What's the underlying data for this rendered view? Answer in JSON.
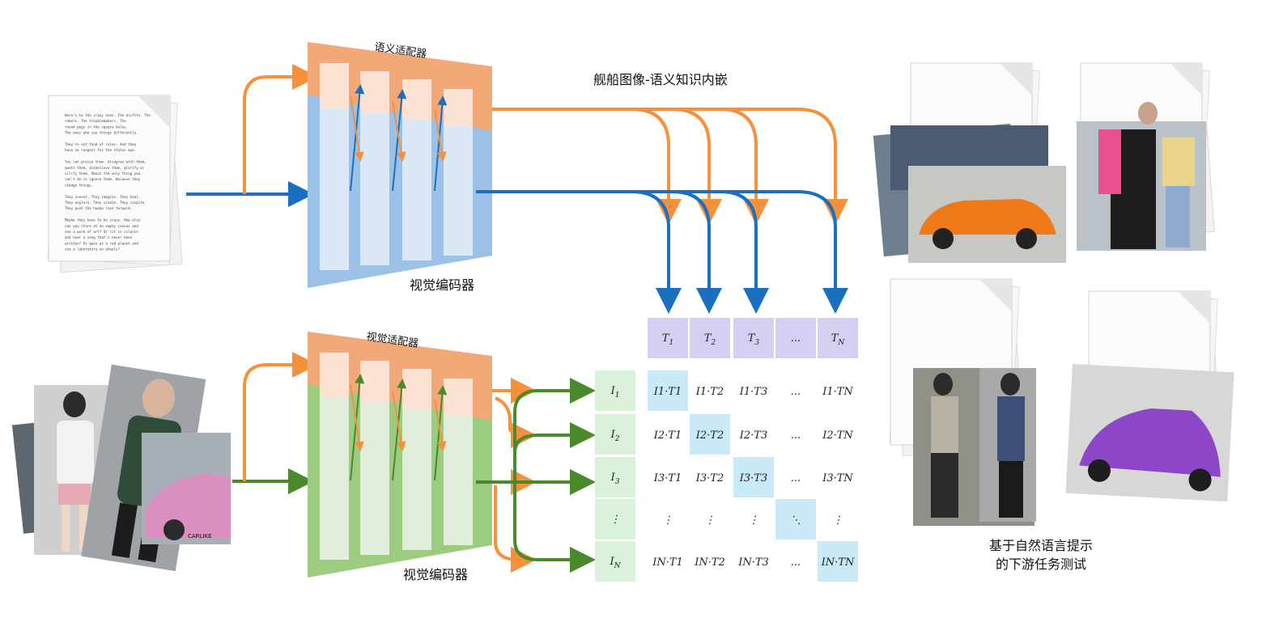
{
  "labels": {
    "semantic_adapter": "语义适配器",
    "visual_adapter": "视觉适配器",
    "visual_encoder_top": "视觉编码器",
    "visual_encoder_bottom": "视觉编码器",
    "embedding_title": "舰船图像-语义知识内嵌",
    "downstream_line1": "基于自然语言提示",
    "downstream_line2": "的下游任务测试"
  },
  "document_text": [
    "Here's to the crazy ones. The misfits. The",
    "rebels. The troublemakers. The",
    "round pegs in the square holes.",
    "The ones who see things differently.",
    "",
    "They're not fond of rules. And they",
    "have no respect for the status quo.",
    "",
    "You can praise them, disagree with them,",
    "quote them, disbelieve them, glorify or",
    "vilify them. About the only thing you",
    "can't do is ignore them. Because they",
    "change things.",
    "",
    "They invent. They imagine. They heal.",
    "They explore. They create. They inspire.",
    "They push the human race forward.",
    "",
    "Maybe they have to be crazy. How else",
    "can you stare at an empty canvas and",
    "see a work of art? Or sit in silence",
    "and hear a song that's never been",
    "written? Or gaze at a red planet and",
    "see a laboratory on wheels?"
  ],
  "text_tokens": [
    {
      "main": "T",
      "sub": "1"
    },
    {
      "main": "T",
      "sub": "2"
    },
    {
      "main": "T",
      "sub": "3"
    },
    {
      "main": "...",
      "sub": ""
    },
    {
      "main": "T",
      "sub": "N"
    }
  ],
  "image_tokens": [
    {
      "main": "I",
      "sub": "1"
    },
    {
      "main": "I",
      "sub": "2"
    },
    {
      "main": "I",
      "sub": "3"
    },
    {
      "main": "⋮",
      "sub": ""
    },
    {
      "main": "I",
      "sub": "N"
    }
  ],
  "matrix": [
    [
      "I1·T1",
      "I1·T2",
      "I1·T3",
      "...",
      "I1·TN"
    ],
    [
      "I2·T1",
      "I2·T2",
      "I2·T3",
      "...",
      "I2·TN"
    ],
    [
      "I3·T1",
      "I3·T2",
      "I3·T3",
      "...",
      "I3·TN"
    ],
    [
      "⋮",
      "⋮",
      "⋮",
      "⋱",
      "⋮"
    ],
    [
      "IN·T1",
      "IN·T2",
      "IN·T3",
      "...",
      "IN·TN"
    ]
  ],
  "colors": {
    "orange": "#f5913b",
    "blue": "#1a6fc0",
    "green": "#4a8a2c",
    "text_token_bg": "#d5d0f2",
    "image_token_bg": "#daf1da",
    "diag_bg": "#c9e9f7",
    "adapter_bg": "#f3a877",
    "encoder_blue": "#9cc1e6",
    "encoder_green": "#9ccc80"
  }
}
